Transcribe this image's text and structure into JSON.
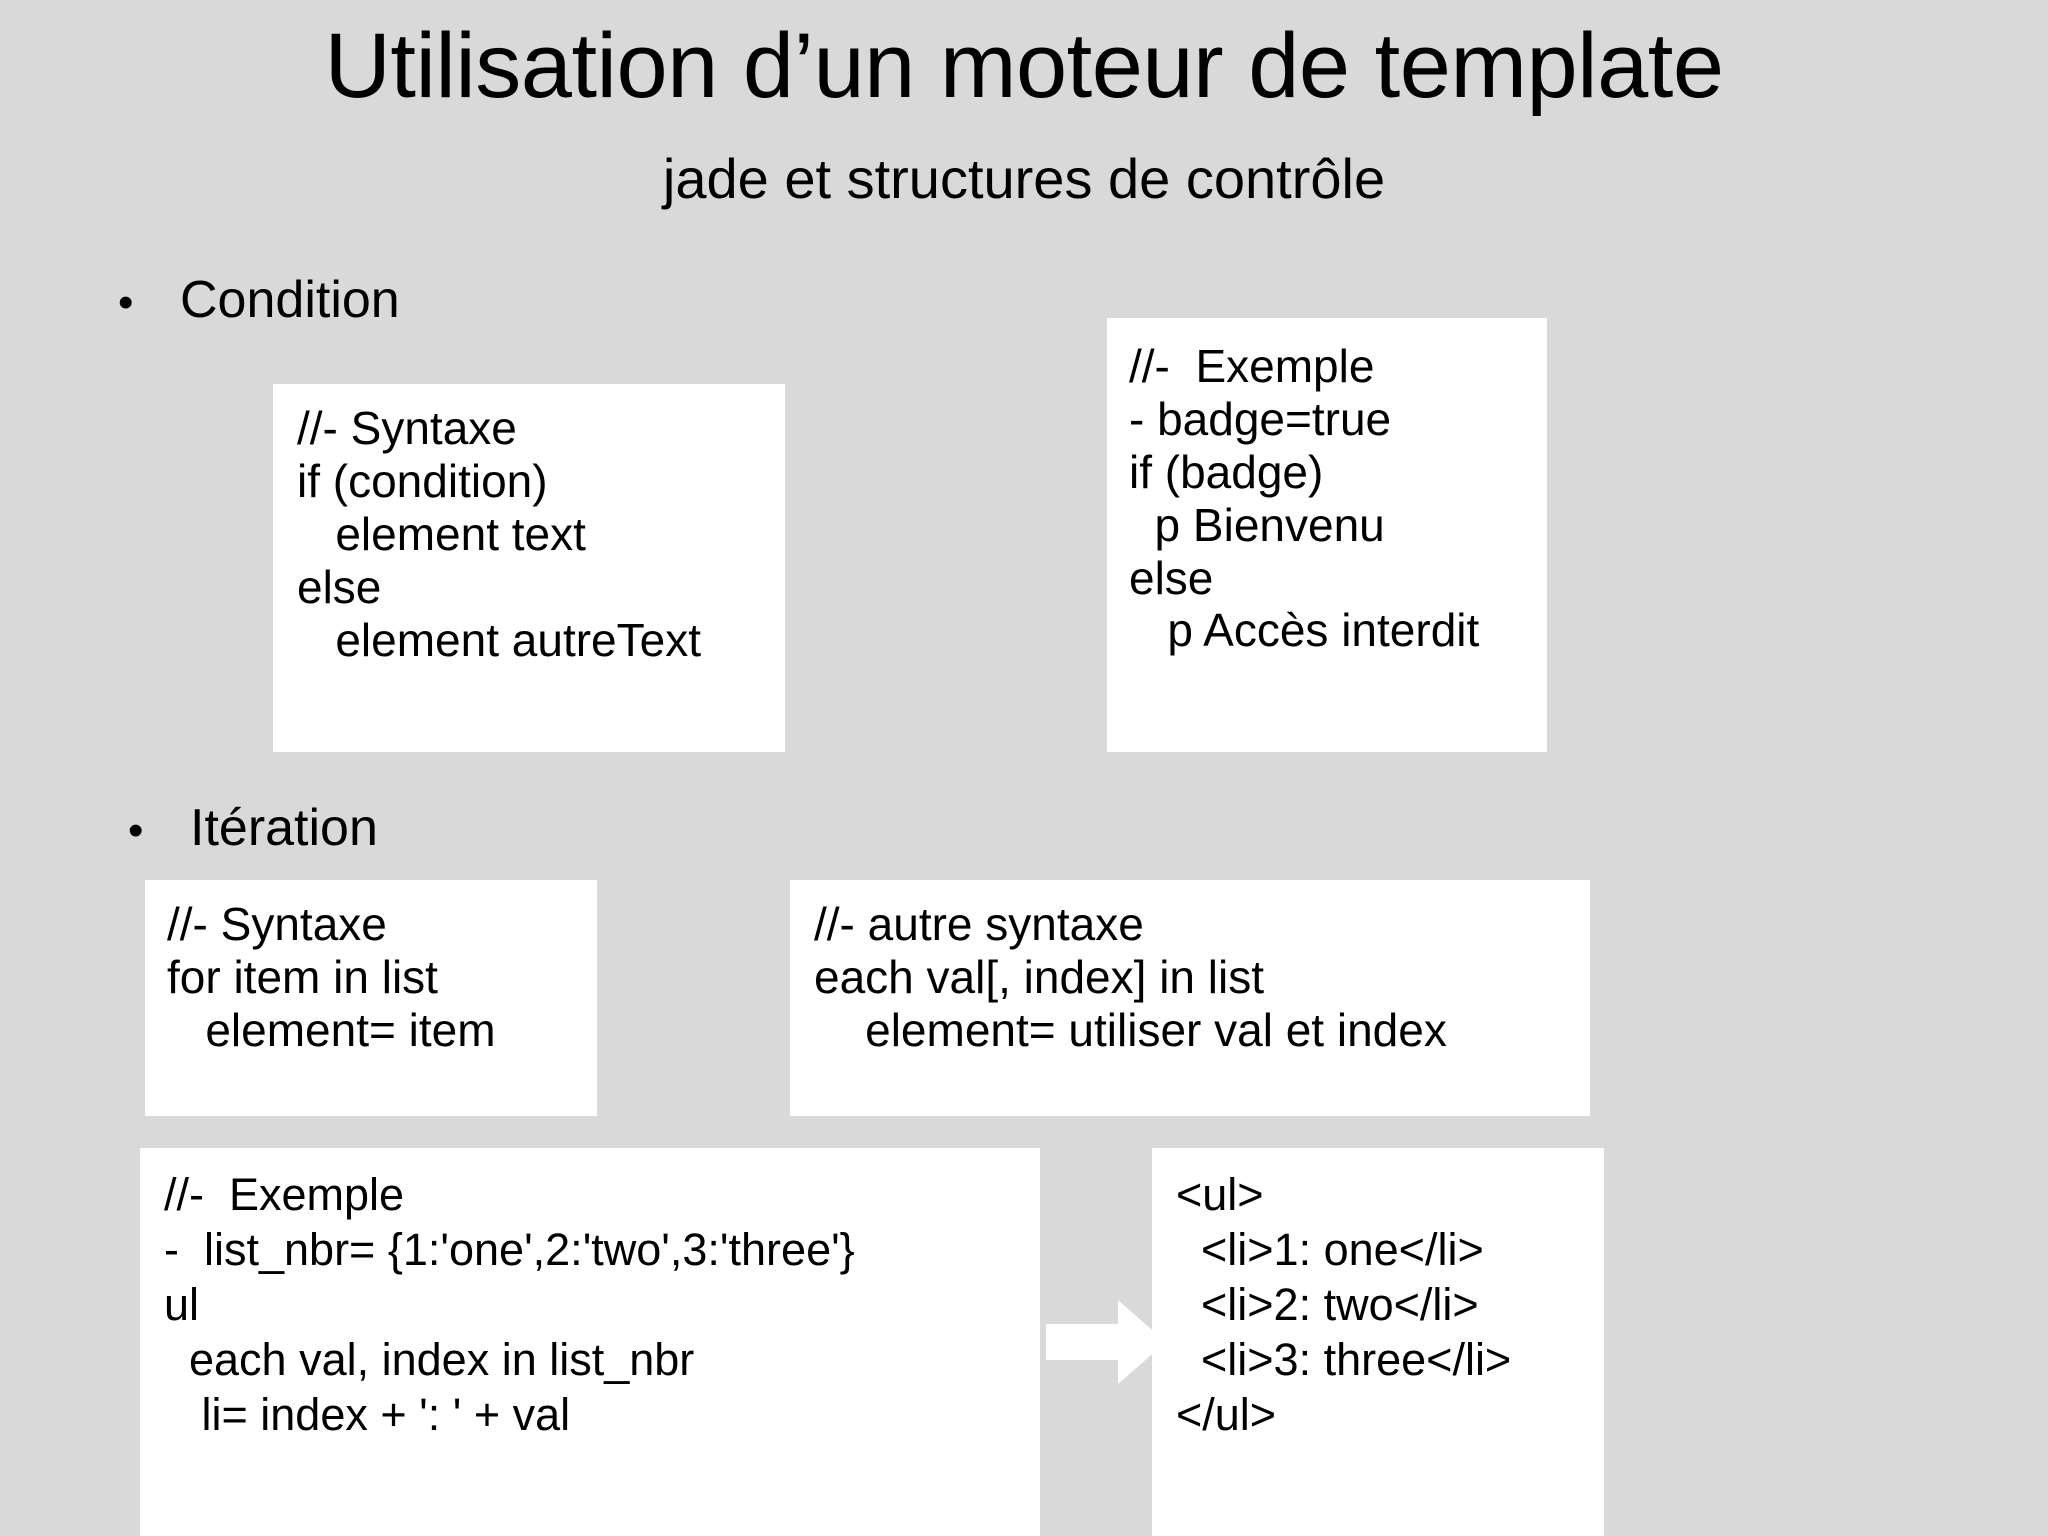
{
  "slide": {
    "background_color": "#d9d9d9",
    "box_color": "#ffffff",
    "text_color": "#000000",
    "title": "Utilisation d’un moteur de template",
    "subtitle": "jade et structures de contrôle"
  },
  "bullets": {
    "condition": {
      "marker": "•",
      "label": "Condition"
    },
    "iteration": {
      "marker": "•",
      "label": "Itération"
    }
  },
  "boxes": {
    "condition_syntax": {
      "name": "condition-syntax",
      "lines": [
        "//- Syntaxe",
        "if (condition)",
        "   element text",
        "else",
        "   element autreText"
      ]
    },
    "condition_exemple": {
      "name": "condition-exemple",
      "lines": [
        "//-  Exemple",
        "- badge=true",
        "if (badge)",
        "  p Bienvenu",
        "else",
        "   p Accès interdit"
      ]
    },
    "iteration_syntax": {
      "name": "iteration-syntax",
      "lines": [
        "//- Syntaxe",
        "for item in list",
        "   element= item"
      ]
    },
    "iteration_autre_syntaxe": {
      "name": "iteration-autre-syntaxe",
      "lines": [
        "//- autre syntaxe",
        "each val[, index] in list",
        "    element= utiliser val et index"
      ]
    },
    "iteration_exemple": {
      "name": "iteration-exemple",
      "lines": [
        "//-  Exemple",
        "-  list_nbr= {1:'one',2:'two',3:'three'}",
        "ul",
        "  each val, index in list_nbr",
        "   li= index + ': ' + val"
      ]
    },
    "iteration_output": {
      "name": "iteration-output",
      "lines": [
        "<ul>",
        "  <li>1: one</li>",
        "  <li>2: two</li>",
        "  <li>3: three</li>",
        "</ul>"
      ]
    }
  },
  "arrow": {
    "icon": "arrow-right-icon",
    "color": "#ffffff"
  }
}
